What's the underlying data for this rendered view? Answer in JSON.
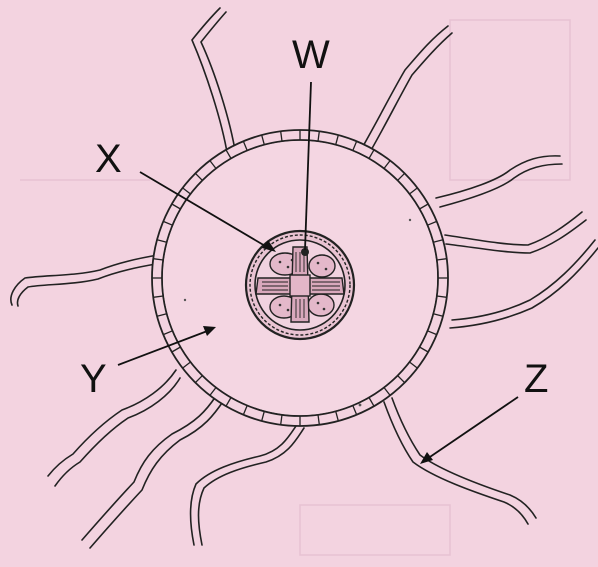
{
  "labels": {
    "w": "W",
    "x": "X",
    "y": "Y",
    "z": "Z"
  },
  "colors": {
    "background": "#f3d3e0",
    "ink": "#222222",
    "stele_fill": "#e9c3d2"
  }
}
